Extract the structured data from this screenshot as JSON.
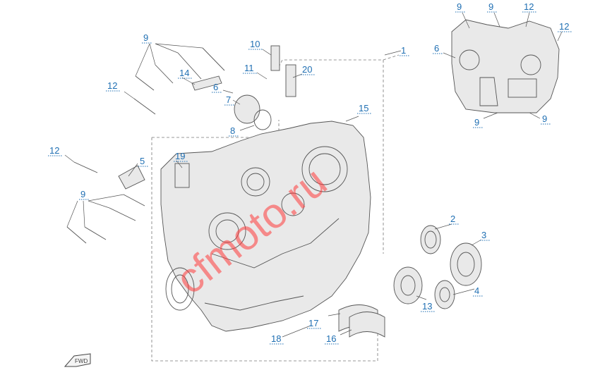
{
  "callouts": [
    {
      "id": "c1",
      "label": "1"
    },
    {
      "id": "c2",
      "label": "2"
    },
    {
      "id": "c3",
      "label": "3"
    },
    {
      "id": "c4",
      "label": "4"
    },
    {
      "id": "c5",
      "label": "5"
    },
    {
      "id": "c6",
      "label": "6"
    },
    {
      "id": "c6b",
      "label": "6"
    },
    {
      "id": "c7",
      "label": "7"
    },
    {
      "id": "c8",
      "label": "8"
    },
    {
      "id": "c9a",
      "label": "9"
    },
    {
      "id": "c9b",
      "label": "9"
    },
    {
      "id": "c9c",
      "label": "9"
    },
    {
      "id": "c9d",
      "label": "9"
    },
    {
      "id": "c9e",
      "label": "9"
    },
    {
      "id": "c9f",
      "label": "9"
    },
    {
      "id": "c10",
      "label": "10"
    },
    {
      "id": "c11",
      "label": "11"
    },
    {
      "id": "c12a",
      "label": "12"
    },
    {
      "id": "c12b",
      "label": "12"
    },
    {
      "id": "c12c",
      "label": "12"
    },
    {
      "id": "c12d",
      "label": "12"
    },
    {
      "id": "c13",
      "label": "13"
    },
    {
      "id": "c14",
      "label": "14"
    },
    {
      "id": "c15",
      "label": "15"
    },
    {
      "id": "c16",
      "label": "16"
    },
    {
      "id": "c17",
      "label": "17"
    },
    {
      "id": "c18",
      "label": "18"
    },
    {
      "id": "c19",
      "label": "19"
    },
    {
      "id": "c20",
      "label": "20"
    }
  ],
  "watermark": "cfmoto.ru",
  "fwd_label": "FWD",
  "colors": {
    "callout": "#1f6fb3",
    "watermark": "#ff3b3b",
    "line": "#555555"
  }
}
